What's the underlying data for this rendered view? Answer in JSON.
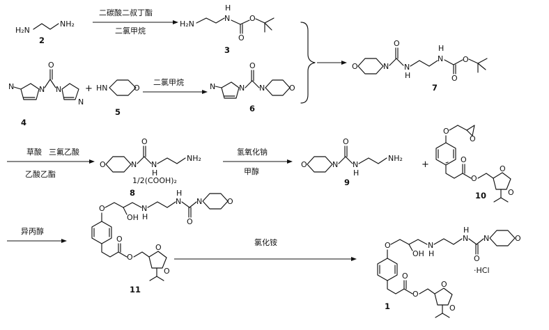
{
  "compounds": {
    "c1": "1",
    "c2": "2",
    "c3": "3",
    "c4": "4",
    "c5": "5",
    "c6": "6",
    "c7": "7",
    "c8": "8",
    "c9": "9",
    "c10": "10",
    "c11": "11"
  },
  "conditions": {
    "r1_top": "二碳酸二叔丁酯",
    "r1_bottom": "二氯甲烷",
    "r2_top": "二氯甲烷",
    "r3_top_a": "草酸",
    "r3_top_b": "三氟乙酸",
    "r3_bottom": "乙酸乙酯",
    "r4_top": "氢氧化钠",
    "r4_bottom": "甲醇",
    "r5_top": "异丙醇",
    "r6_top": "氯化铵"
  },
  "labels": {
    "h2n": "H₂N",
    "nh2": "NH₂",
    "n": "N",
    "h": "H",
    "hn": "HN",
    "o": "O",
    "oh": "OH",
    "plus": "+",
    "salt": "1/2(COOH)₂",
    "hcl": "·HCl"
  }
}
